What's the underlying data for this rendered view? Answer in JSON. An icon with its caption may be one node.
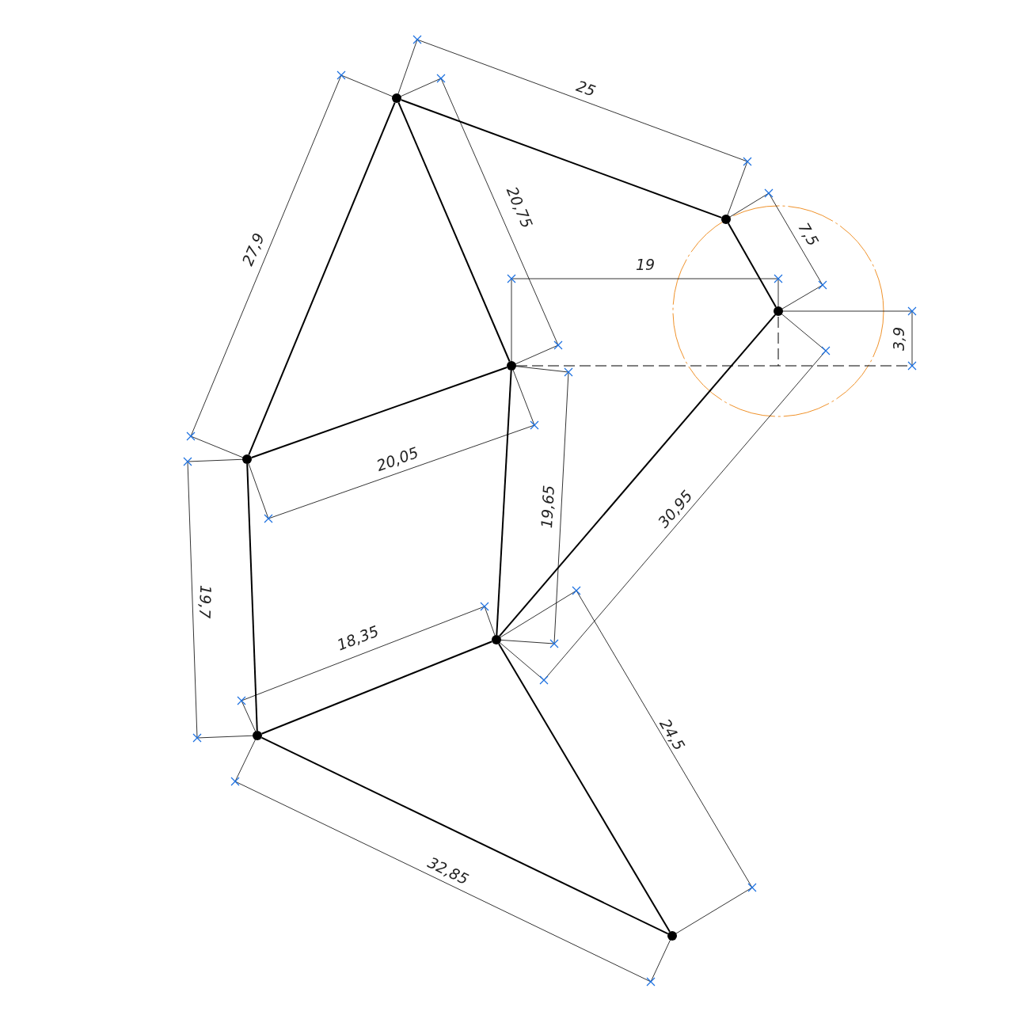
{
  "diagram": {
    "nodes": [
      {
        "text": [],
        "shape": "circle"
      },
      {
        "text": [],
        "shape": "circle"
      },
      {
        "text": [],
        "shape": "circle"
      },
      {
        "text": [],
        "shape": "circle"
      },
      {
        "text": [],
        "shape": "circle"
      },
      {
        "text": [],
        "shape": "circle"
      },
      {
        "text": [],
        "shape": "circle"
      },
      {
        "text": [],
        "shape": "circle"
      }
    ],
    "edges": [
      {
        "from": 0,
        "to": 1,
        "arrow": "none"
      },
      {
        "from": 1,
        "to": 2,
        "arrow": "none"
      },
      {
        "from": 0,
        "to": 3,
        "arrow": "none"
      },
      {
        "from": 0,
        "to": 4,
        "arrow": "none"
      },
      {
        "from": 4,
        "to": 3,
        "arrow": "none"
      },
      {
        "from": 3,
        "to": 5,
        "arrow": "none"
      },
      {
        "from": 2,
        "to": 5,
        "arrow": "none"
      },
      {
        "from": 4,
        "to": 6,
        "arrow": "none"
      },
      {
        "from": 6,
        "to": 5,
        "arrow": "none"
      },
      {
        "from": 5,
        "to": 7,
        "arrow": "none"
      },
      {
        "from": 6,
        "to": 7,
        "arrow": "none"
      }
    ],
    "labels": [
      "25",
      "27,9",
      "20,75",
      "7,5",
      "19",
      "3,9",
      "20,05",
      "30,95",
      "19,65",
      "19,7",
      "18,35",
      "24,5",
      "32,85"
    ]
  }
}
